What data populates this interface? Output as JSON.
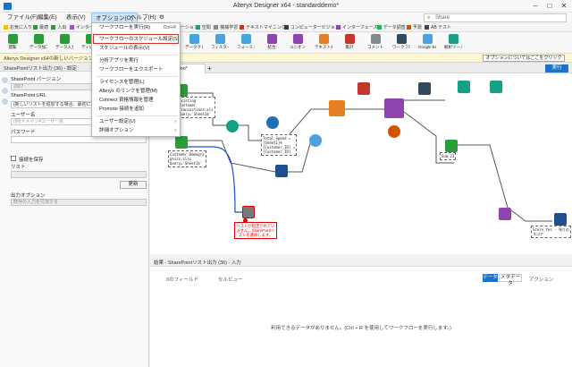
{
  "window": {
    "title": "Alteryx Designer x64 - standarddemo*",
    "controls": [
      "–",
      "□",
      "✕"
    ]
  },
  "menubar": {
    "items": [
      "ファイル(F)",
      "編集(E)",
      "表示(V)",
      "オプション(O)",
      "ヘルプ(H)"
    ],
    "search_placeholder": "Share"
  },
  "categories": [
    {
      "label": "お気に入り",
      "color": "#f2c200"
    },
    {
      "label": "最適",
      "color": "#2a9d3a"
    },
    {
      "label": "入出",
      "color": "#2a9d3a"
    },
    {
      "label": "インターフェース",
      "color": "#9b59b6"
    },
    {
      "label": "レポーティング",
      "color": "#e67e22"
    },
    {
      "label": "ドキュメンテーション",
      "color": "#4aa3df"
    },
    {
      "label": "空間",
      "color": "#16a085"
    },
    {
      "label": "機械学習",
      "color": "#7f8c8d"
    },
    {
      "label": "テキストマイニング",
      "color": "#c0392b"
    },
    {
      "label": "コンピュータービジョン",
      "color": "#2c3e50"
    },
    {
      "label": "インターフェース",
      "color": "#8e44ad"
    },
    {
      "label": "データ調査",
      "color": "#27ae60"
    },
    {
      "label": "予測",
      "color": "#d35400"
    },
    {
      "label": "AB テスト",
      "color": "#34495e"
    }
  ],
  "palette": [
    {
      "label": "閲覧",
      "color": "#2a9d3a"
    },
    {
      "label": "データ加工",
      "color": "#2a9d3a"
    },
    {
      "label": "データ入力",
      "color": "#2a9d3a"
    },
    {
      "label": "ディレクトリ",
      "color": "#2a9d3a"
    },
    {
      "label": "テキスト",
      "color": "#4aa3df"
    },
    {
      "label": "フィルター",
      "color": "#4aa3df"
    },
    {
      "label": "フォーミュラ",
      "color": "#4aa3df"
    },
    {
      "label": "データクレンジング",
      "color": "#4aa3df"
    },
    {
      "label": "フィルター",
      "color": "#4aa3df"
    },
    {
      "label": "フォーミュラ",
      "color": "#4aa3df"
    },
    {
      "label": "結合",
      "color": "#8e44ad"
    },
    {
      "label": "ユニオン",
      "color": "#8e44ad"
    },
    {
      "label": "テキスト分割",
      "color": "#e67e22"
    },
    {
      "label": "集計",
      "color": "#c0392b"
    },
    {
      "label": "コメント",
      "color": "#7f8c8d"
    },
    {
      "label": "ワークフロー",
      "color": "#34495e"
    },
    {
      "label": "Google BigQuery",
      "color": "#4aa3df"
    },
    {
      "label": "解析ツール",
      "color": "#16a085"
    }
  ],
  "infobar": {
    "text": "Alteryx Designer x64の新しいバージョンが利用可能です",
    "view_button": "オプションについてはここをクリック ▼"
  },
  "dropdown": {
    "items": [
      {
        "label": "ワークフローを実行(R)",
        "shortcut": "Ctrl+R"
      },
      {
        "label": "ワークフローのスケジュール設定(S)",
        "shortcut": ""
      },
      {
        "label": "スケジュールの表示(V)",
        "shortcut": ""
      },
      {
        "label": "分析アプリを実行",
        "shortcut": ""
      },
      {
        "label": "ワークフローをエクスポート",
        "shortcut": ""
      },
      {
        "label": "ライセンスを管理(L)",
        "shortcut": ""
      },
      {
        "label": "Alteryx のリンクを管理(M)",
        "shortcut": ""
      },
      {
        "label": "Connect 資格情報を管理",
        "shortcut": ""
      },
      {
        "label": "Promote 接続を追加",
        "shortcut": ""
      },
      {
        "label": "ユーザー設定(U)",
        "shortcut": ""
      },
      {
        "label": "詳細オプション",
        "shortcut": ""
      }
    ]
  },
  "left_panel": {
    "title": "SharePointリスト出力 (36) - 設定",
    "version_label": "SharePoint バージョン",
    "version_value": "2007",
    "url_label": "SharePoint URL",
    "url_placeholder": "(新しいリストを追加する場合、最初に元のデータを入力)",
    "user_label": "ユーザー名",
    "user_placeholder": "(例)ドメイン¥ユーザー名",
    "password_label": "パスワード",
    "checkbox_label": "接続を保存",
    "list_label": "リスト",
    "refresh_button": "更新",
    "output_label": "出力オプション",
    "output_value": "既存の入力を付加する"
  },
  "canvas": {
    "tab_label": "demo*",
    "run_button": "実行",
    "annotations": [
      "Existing\nCustomer\nTransactions.xls\nQuery='Sheet1$'",
      "Total_Spend =\n[Sheet1]%\n[Customer_ID] =\n[Customer_ID]",
      "Customer_Demogra\nphics.xlsx\nQuery='Sheet1$'",
      "Sum_23",
      "Score_Yes - 残りの\nスコア"
    ],
    "error_text": "リストが指定されていません。SharePointリストを選択します。"
  },
  "results": {
    "title": "結果 - SharePointリスト出力 (36) - 入力",
    "field_label": "0のフィールド",
    "select_label": "セルビュー",
    "data_button": "データ",
    "meta_button": "メタデータ",
    "actions_label": "アクション",
    "empty_message": "利用できるデータがありません。(Ctrl + R を使用してワークフローを実行します。)"
  }
}
